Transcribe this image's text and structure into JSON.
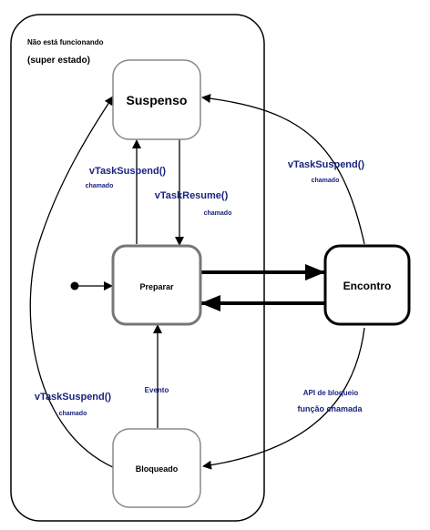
{
  "superstate": {
    "label": "Não está funcionando",
    "sublabel": "(super estado)"
  },
  "states": {
    "suspended": "Suspenso",
    "ready": "Preparar",
    "running": "Encontro",
    "blocked": "Bloqueado"
  },
  "transitions": {
    "ready_to_suspended": {
      "func": "vTaskSuspend()",
      "note": "chamado"
    },
    "suspended_to_ready": {
      "func": "vTaskResume()",
      "note": "chamado"
    },
    "running_to_suspended": {
      "func": "vTaskSuspend()",
      "note": "chamado"
    },
    "blocked_to_suspended": {
      "func": "vTaskSuspend()",
      "note": "chamado"
    },
    "blocked_to_ready": {
      "label": "Evento"
    },
    "running_to_blocked": {
      "line1": "API de bloqueio",
      "line2": "função chamada"
    }
  },
  "colors": {
    "state_border": "#888888",
    "ready_border": "#777777",
    "running_border": "#000000",
    "label_text": "#1a237e"
  }
}
